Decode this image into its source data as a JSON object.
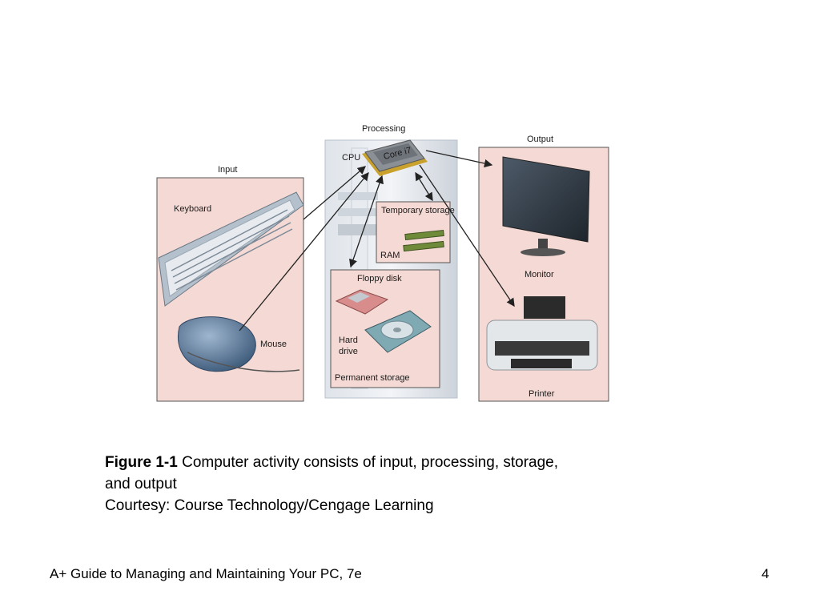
{
  "diagram": {
    "processing_label": "Processing",
    "cpu_label": "CPU",
    "cpu_chip_text": "Core i7",
    "temporary_storage_label": "Temporary storage",
    "ram_label": "RAM",
    "input_label": "Input",
    "keyboard_label": "Keyboard",
    "mouse_label": "Mouse",
    "floppy_label": "Floppy disk",
    "hard_drive_label_line1": "Hard",
    "hard_drive_label_line2": "drive",
    "permanent_storage_label": "Permanent storage",
    "output_label": "Output",
    "monitor_label": "Monitor",
    "printer_label": "Printer",
    "panel_fill": "#f5d9d4",
    "panel_border": "#8a6a66"
  },
  "caption": {
    "figure_number": "Figure 1-1",
    "text_line1": " Computer activity consists of input, processing, storage,",
    "text_line2": "and output",
    "courtesy": "Courtesy: Course Technology/Cengage Learning"
  },
  "footer": {
    "book_title": "A+ Guide to Managing and Maintaining Your PC, 7e",
    "page_number": "4"
  }
}
